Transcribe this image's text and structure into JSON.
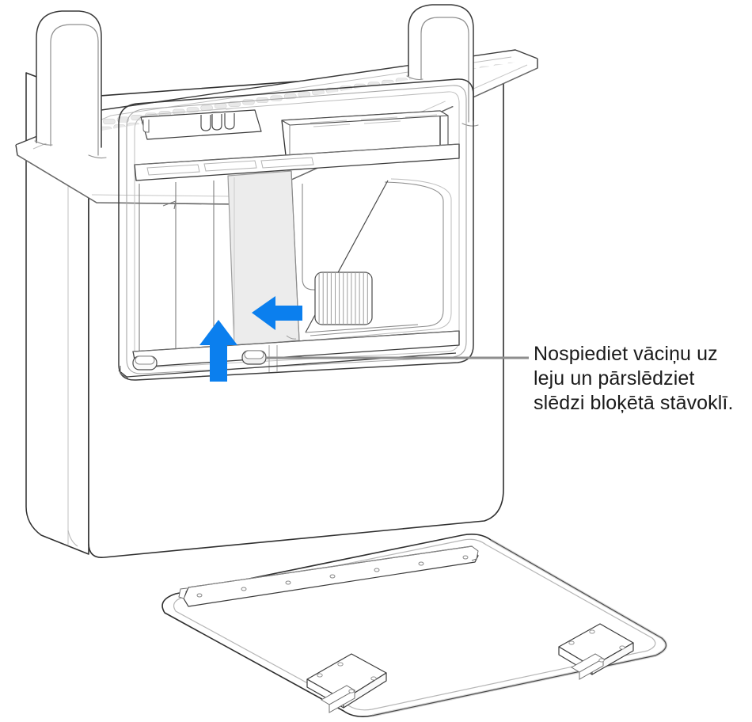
{
  "illustration": {
    "subject": "Mac Pro tower standing upright with side cover removed and base panel lying in front",
    "title": "Mac Pro cover latch instruction",
    "view": "three-quarter isometric line drawing"
  },
  "callout": {
    "text": "Nospiediet vāciņu uz leju un pārslēdziet slēdzi bloķētā stāvoklī.",
    "line_color": "#8e8e8e",
    "text_color": "#1a1a1a"
  },
  "arrows": [
    {
      "name": "up-arrow",
      "direction": "up",
      "color": "#0b7fee",
      "meaning": "press cover down / push latch upward"
    },
    {
      "name": "left-arrow",
      "direction": "left",
      "color": "#0b7fee",
      "meaning": "slide latch to locked position"
    }
  ],
  "parts": {
    "handles": "two top carry handles",
    "top_grille": "perforated lattice top grille",
    "enclosure": "aluminum housing",
    "highlighted_module": "cover latch module",
    "latch_buttons": "two rounded latch buttons",
    "fan_vent": "vented fan grille",
    "base_panel": "removable base panel with two feet"
  },
  "colors": {
    "accent_blue": "#0b7fee",
    "outline_dark": "#2b2b2b",
    "outline_mid": "#555555",
    "outline_light": "#9a9a9a",
    "fill_white": "#ffffff",
    "fill_light_gray": "#ececec",
    "fill_grille_gray": "#e8e8e8",
    "callout_gray": "#8e8e8e",
    "background": "#ffffff"
  }
}
